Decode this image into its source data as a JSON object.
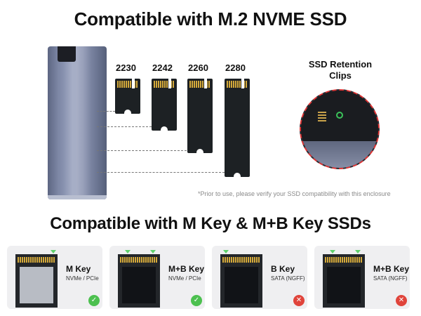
{
  "title_top": "Compatible with M.2 NVME SSD",
  "title_mid": "Compatible with M Key & M+B Key SSDs",
  "sizes": [
    "2230",
    "2242",
    "2260",
    "2280"
  ],
  "clips_label_line1": "SSD Retention",
  "clips_label_line2": "Clips",
  "disclaimer": "*Prior to use, please verify your SSD compatibility with this enclosure",
  "cards": [
    {
      "name": "M Key",
      "sub": "NVMe / PCIe",
      "status": "compatible",
      "status_icon": "check-icon",
      "status_glyph": "✓"
    },
    {
      "name": "M+B Key",
      "sub": "NVMe / PCIe",
      "status": "compatible",
      "status_icon": "check-icon",
      "status_glyph": "✓"
    },
    {
      "name": "B Key",
      "sub": "SATA (NGFF)",
      "status": "incompatible",
      "status_icon": "cross-icon",
      "status_glyph": "✕"
    },
    {
      "name": "M+B Key",
      "sub": "SATA (NGFF)",
      "status": "incompatible",
      "status_icon": "cross-icon",
      "status_glyph": "✕"
    }
  ],
  "colors": {
    "ok": "#4cc04f",
    "no": "#e0443b",
    "gold": "#d4a93a",
    "enclosure": "#7d87a5",
    "callout": "#dd3333"
  }
}
